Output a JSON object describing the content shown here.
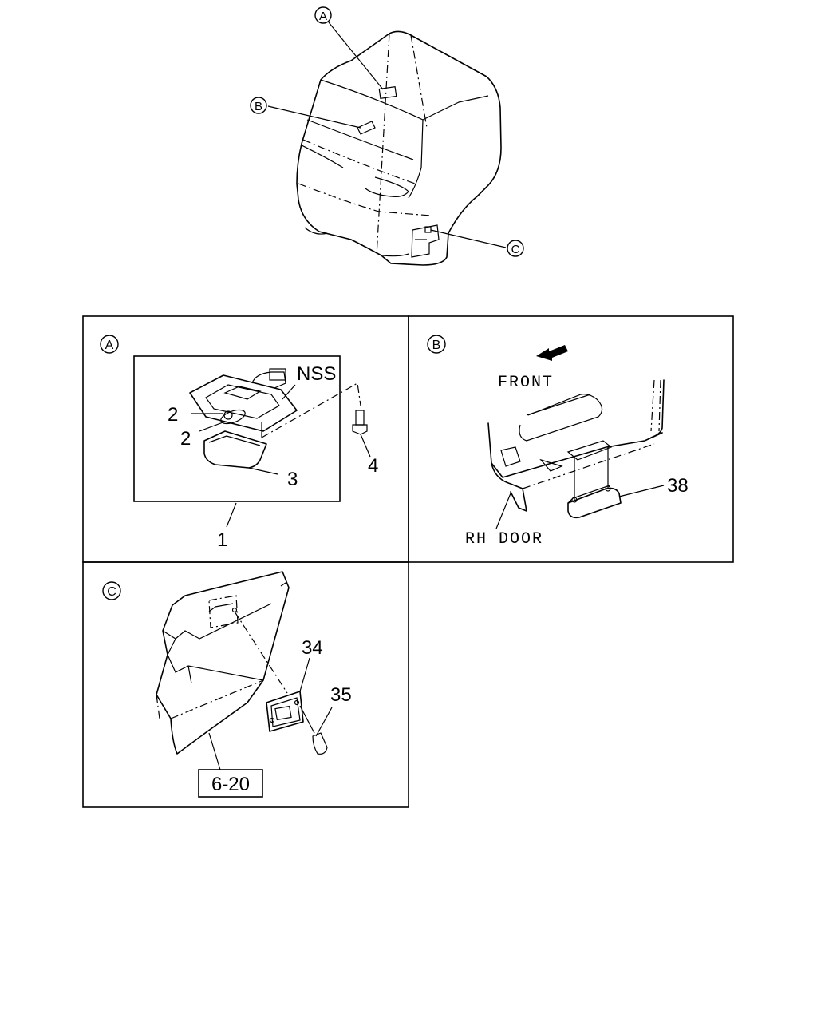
{
  "callouts": {
    "a": "A",
    "b": "B",
    "c": "C"
  },
  "panel_a": {
    "letter": "A",
    "nss": "NSS",
    "part_1": "1",
    "part_2a": "2",
    "part_2b": "2",
    "part_3": "3",
    "part_4": "4"
  },
  "panel_b": {
    "letter": "B",
    "front": "FRONT",
    "rh_door": "RH DOOR",
    "part_38": "38"
  },
  "panel_c": {
    "letter": "C",
    "part_34": "34",
    "part_35": "35",
    "ref": "6-20"
  }
}
